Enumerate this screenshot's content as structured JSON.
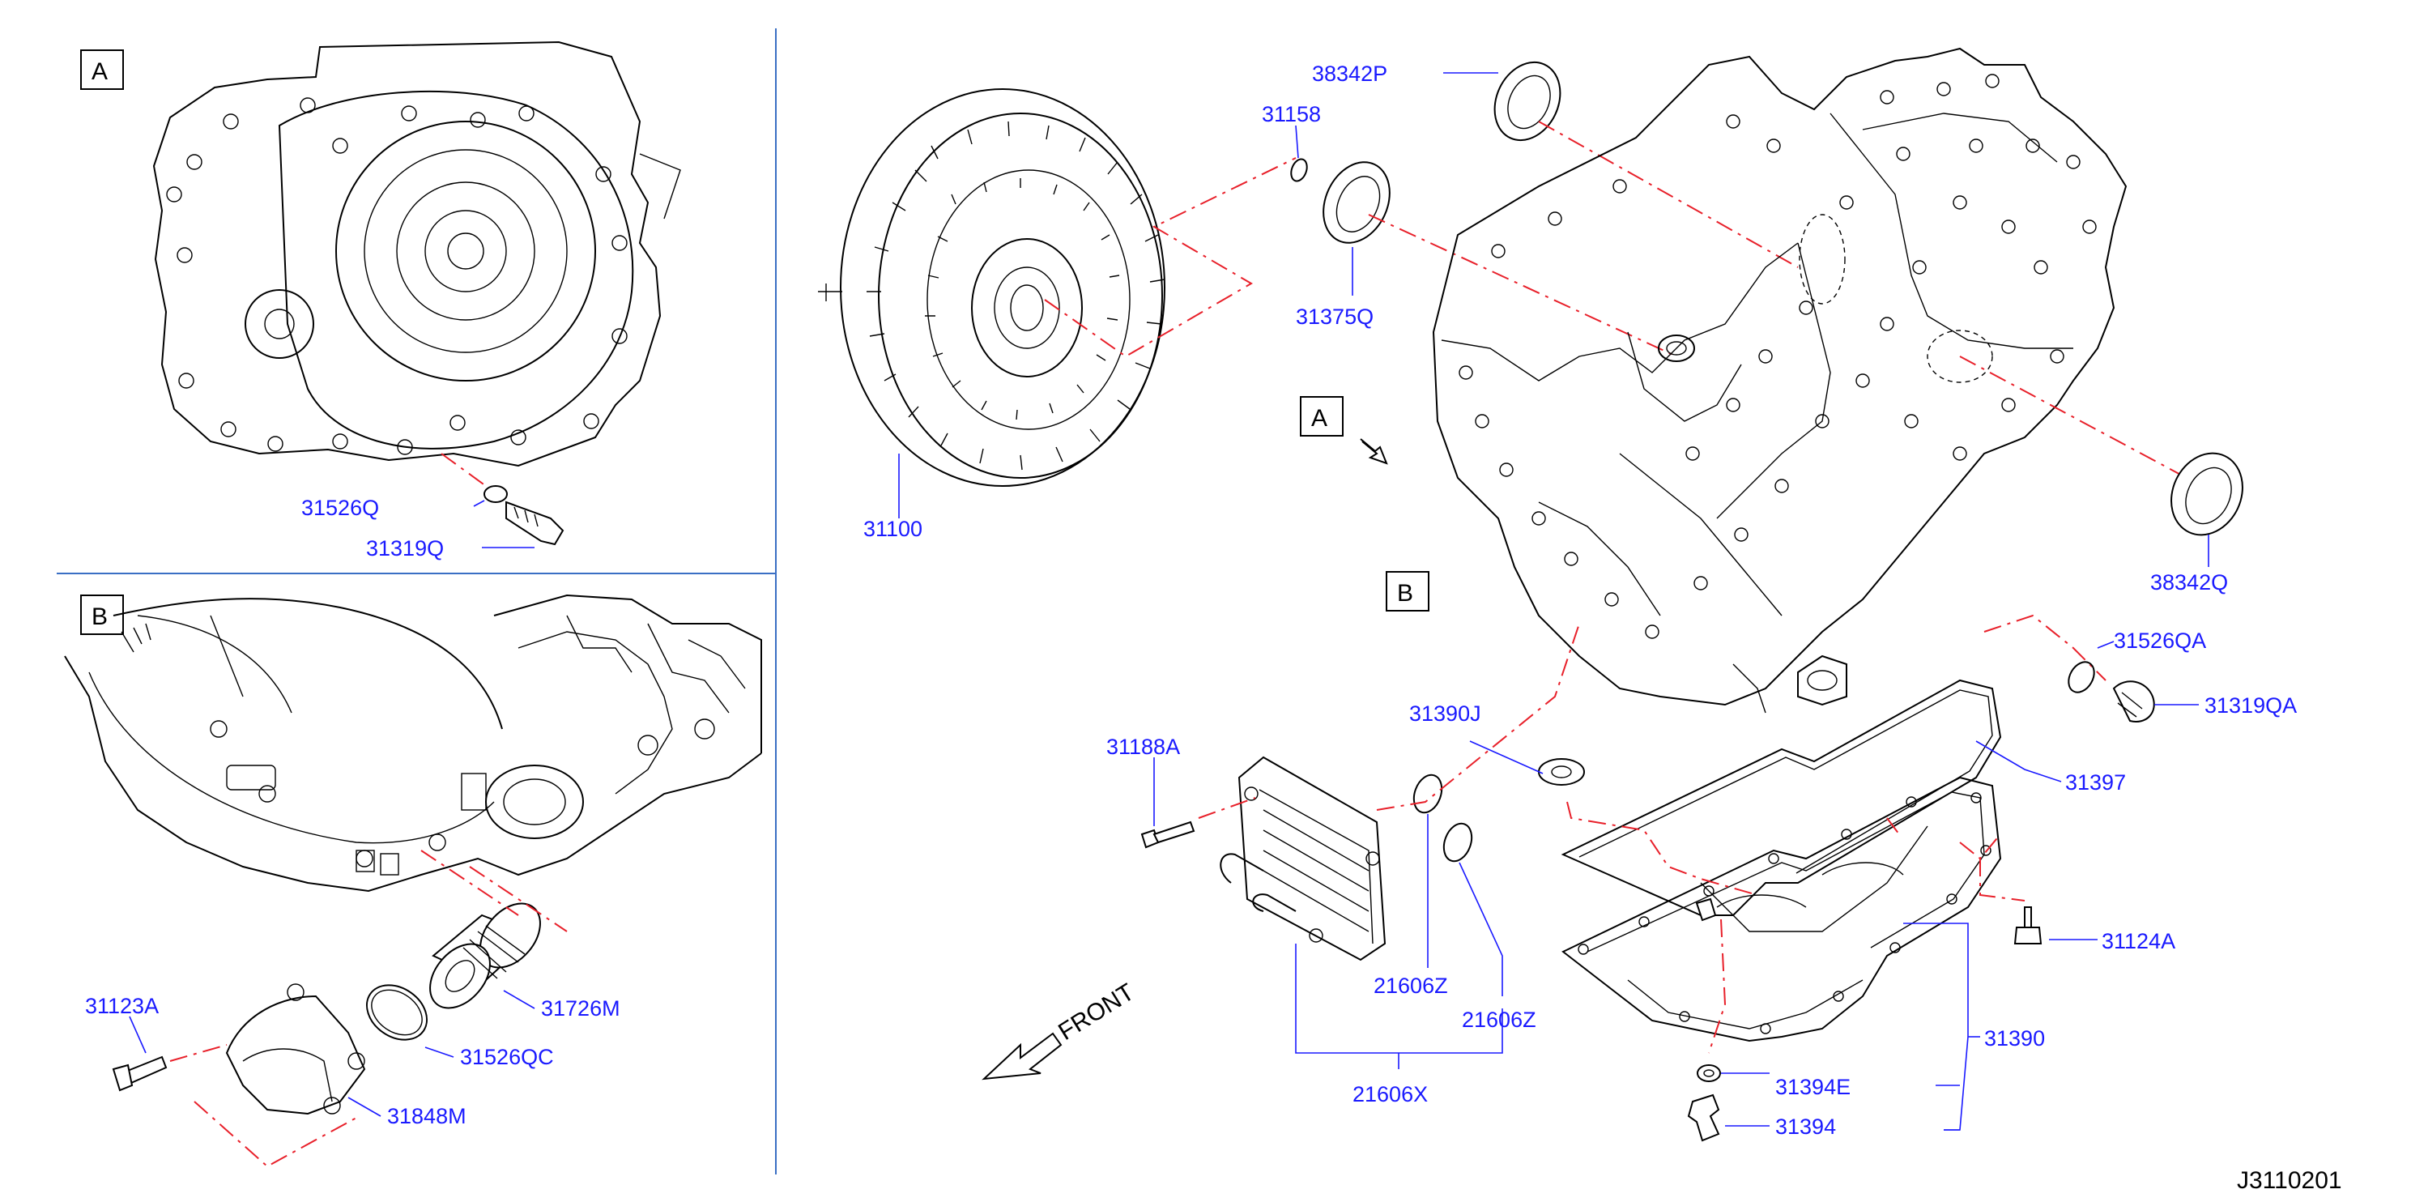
{
  "diagram_code": "J3110201",
  "view_letters": {
    "a": "A",
    "b": "B"
  },
  "front_label": "FRONT",
  "parts": {
    "p38342P": "38342P",
    "p31158": "31158",
    "p31375Q": "31375Q",
    "p31100": "31100",
    "p38342Q": "38342Q",
    "p31526Q": "31526Q",
    "p31319Q": "31319Q",
    "p31526QA": "31526QA",
    "p31319QA": "31319QA",
    "p31390J": "31390J",
    "p31188A": "31188A",
    "p31397": "31397",
    "p31124A": "31124A",
    "p21606Z_a": "21606Z",
    "p21606Z_b": "21606Z",
    "p21606X": "21606X",
    "p31390": "31390",
    "p31394E": "31394E",
    "p31394": "31394",
    "p31123A": "31123A",
    "p31726M": "31726M",
    "p31526QC": "31526QC",
    "p31848M": "31848M"
  },
  "colors": {
    "label": "#1a1aff",
    "divider": "#3a6fc4",
    "dash": "#e8202a",
    "line": "#000000"
  }
}
